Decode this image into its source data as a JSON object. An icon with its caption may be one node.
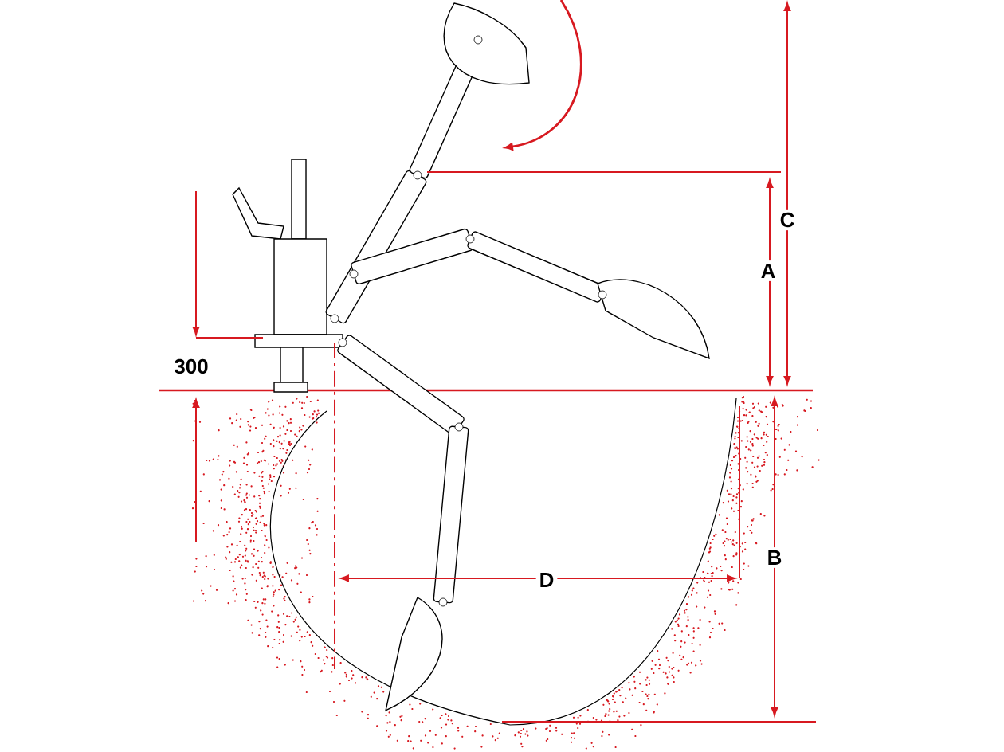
{
  "diagram": {
    "labels": [
      "C",
      "A",
      "300",
      "B",
      "D"
    ]
  }
}
